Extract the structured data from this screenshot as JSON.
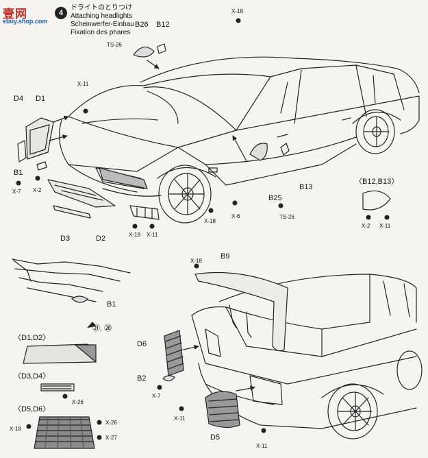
{
  "header": {
    "logo_text": "壹网",
    "logo_url": "ebuy.shop.com",
    "step_number": "4",
    "title_jp": "ドライトのとりつけ",
    "title_en": "Attaching headlights",
    "title_de": "Scheinwerfer-Einbau",
    "title_fr": "Fixation des phares"
  },
  "labels": {
    "x18_roof": "X-18",
    "b26": "B26",
    "b12": "B12",
    "ts26_top": "TS-26",
    "x11_hood": "X-11",
    "d4": "D4",
    "d1": "D1",
    "b1": "B1",
    "x7": "X-7",
    "x2": "X-2",
    "d3": "D3",
    "d2": "D2",
    "x18_bumper": "X-18",
    "x11_bumper": "X-11",
    "x18_wheel": "X-18",
    "x6": "X-6",
    "b25": "B25",
    "ts26_mirror": "TS-26",
    "b13": "B13",
    "b12b13": "〈B12,B13〉",
    "x2_mirror": "X-2",
    "x11_mirror": "X-11",
    "b1_detail": "B1",
    "d1d2": "〈D1,D2〉",
    "note_21_20": "㉑, ⑳",
    "d3d4": "〈D3,D4〉",
    "x26_d3": "X-26",
    "d5d6": "〈D5,D6〉",
    "x18_d5": "X-18",
    "x26_d5": "X-26",
    "x27_d5": "X-27",
    "x18_wing": "X-18",
    "b9": "B9",
    "d6": "D6",
    "b2": "B2",
    "x7_rear": "X-7",
    "x11_rear": "X-11",
    "d5": "D5",
    "x11_tail": "X-11"
  }
}
